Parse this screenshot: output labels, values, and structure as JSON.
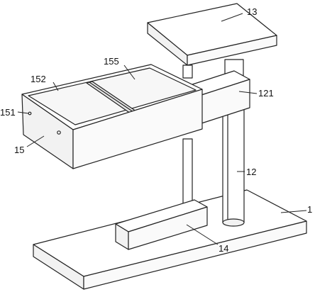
{
  "labels": {
    "l13": "13",
    "l155": "155",
    "l152": "152",
    "l121": "121",
    "l151": "151",
    "l15": "15",
    "l12": "12",
    "l1": "1",
    "l14": "14"
  },
  "colors": {
    "stroke": "#222222",
    "face_top": "#ffffff",
    "face_side": "#f2f2f2",
    "face_front": "#fafafa"
  }
}
